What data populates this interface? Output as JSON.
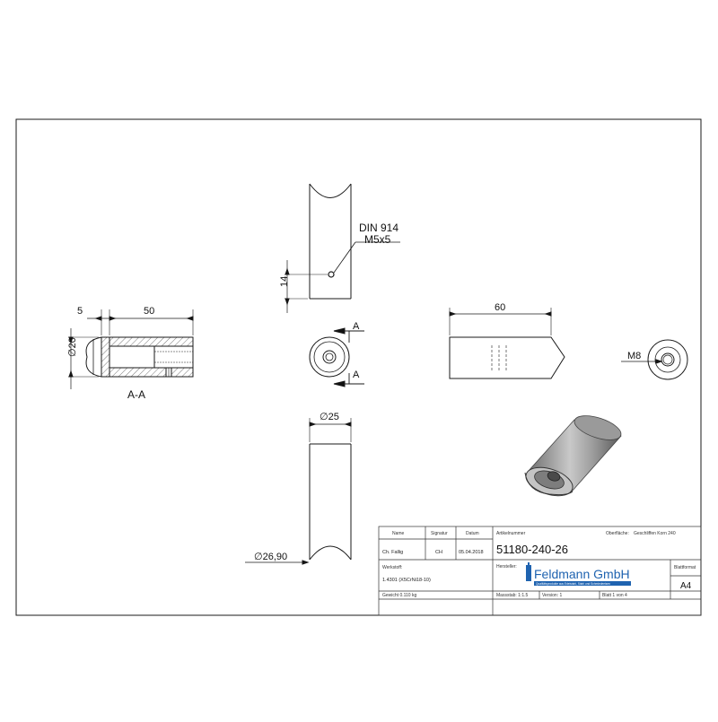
{
  "drawing": {
    "side_view": {
      "thread_label_1": "DIN 914",
      "thread_label_2": "M5x5",
      "height_dim": "14"
    },
    "section_view": {
      "dim_left": "5",
      "dim_length": "50",
      "dim_diameter": "∅20",
      "label": "A-A"
    },
    "end_view": {
      "section_mark_top": "A",
      "section_mark_bottom": "A"
    },
    "length_view": {
      "dim_length": "60"
    },
    "thread_view": {
      "thread_label": "M8"
    },
    "front_view": {
      "dim_top": "∅25",
      "dim_bottom": "∅26,90"
    }
  },
  "title_block": {
    "header": {
      "name": "Name",
      "signature": "Signatur",
      "date": "Datum"
    },
    "row": {
      "name": "Ch. Fallig",
      "signature": "CH",
      "date": "05.04.2018"
    },
    "article_label": "Artikelnummer",
    "article_number": "51180-240-26",
    "surface_label": "Oberfläche:",
    "surface_value": "Geschliffen Korn 240",
    "material_label": "Werkstoff:",
    "material_value": "1.4301 (X5CrNi18-10)",
    "manufacturer_label": "Hersteller:",
    "logo_text": "Feldmann GmbH",
    "logo_subtitle": "Qualitätsprodukte aus Edelstahl, Stahl und Schmiedeeisen",
    "format_label": "Blattformat",
    "format_value": "A4",
    "weight": "Gewicht 0.110 kg",
    "scale": "Massstab: 1:1.5",
    "version": "Version: 1",
    "sheet": "Blatt 1 von 4"
  },
  "colors": {
    "line": "#1a1a1a",
    "hatch": "#555555",
    "logo_blue": "#1f63b0",
    "grid": "#888888"
  }
}
